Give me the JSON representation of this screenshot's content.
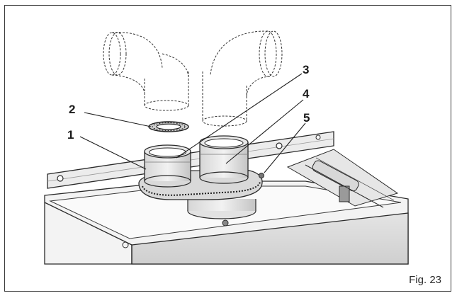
{
  "figure": {
    "caption": "Fig. 23",
    "callouts": [
      "1",
      "2",
      "3",
      "4",
      "5"
    ]
  }
}
